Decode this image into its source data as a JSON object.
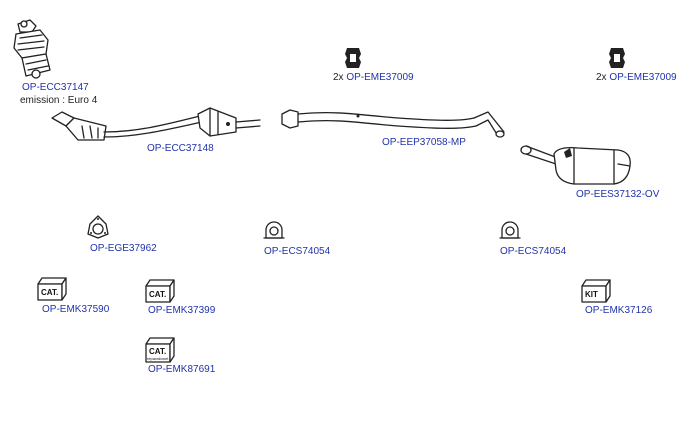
{
  "parts": {
    "catalyst_front": {
      "code": "OP-ECC37147",
      "note": "emission : Euro 4",
      "icon": "catalyst-icon"
    },
    "catalyst_pipe": {
      "code": "OP-ECC37148",
      "icon": "catalyst-pipe-icon"
    },
    "mount_1": {
      "qty": "2x",
      "code": "OP-EME37009",
      "icon": "rubber-mount-icon"
    },
    "mount_2": {
      "qty": "2x",
      "code": "OP-EME37009",
      "icon": "rubber-mount-icon"
    },
    "middle_pipe": {
      "code": "OP-EEP37058-MP",
      "icon": "middle-pipe-icon"
    },
    "rear_silencer": {
      "code": "OP-EES37132-OV",
      "icon": "rear-silencer-icon"
    },
    "gasket": {
      "code": "OP-EGE37962",
      "icon": "gasket-icon"
    },
    "clamp_1": {
      "code": "OP-ECS74054",
      "icon": "clamp-icon"
    },
    "clamp_2": {
      "code": "OP-ECS74054",
      "icon": "clamp-icon"
    },
    "kit_cat_1": {
      "code": "OP-EMK37590",
      "box_label": "CAT.",
      "icon": "cat-box-icon"
    },
    "kit_cat_2": {
      "code": "OP-EMK37399",
      "box_label": "CAT.",
      "icon": "cat-box-icon"
    },
    "kit_cat_3": {
      "code": "OP-EMK87691",
      "box_label": "CAT.",
      "box_sub": "reparationet",
      "icon": "cat-box-icon"
    },
    "kit_main": {
      "code": "OP-EMK37126",
      "box_label": "KIT",
      "icon": "kit-box-icon"
    }
  }
}
